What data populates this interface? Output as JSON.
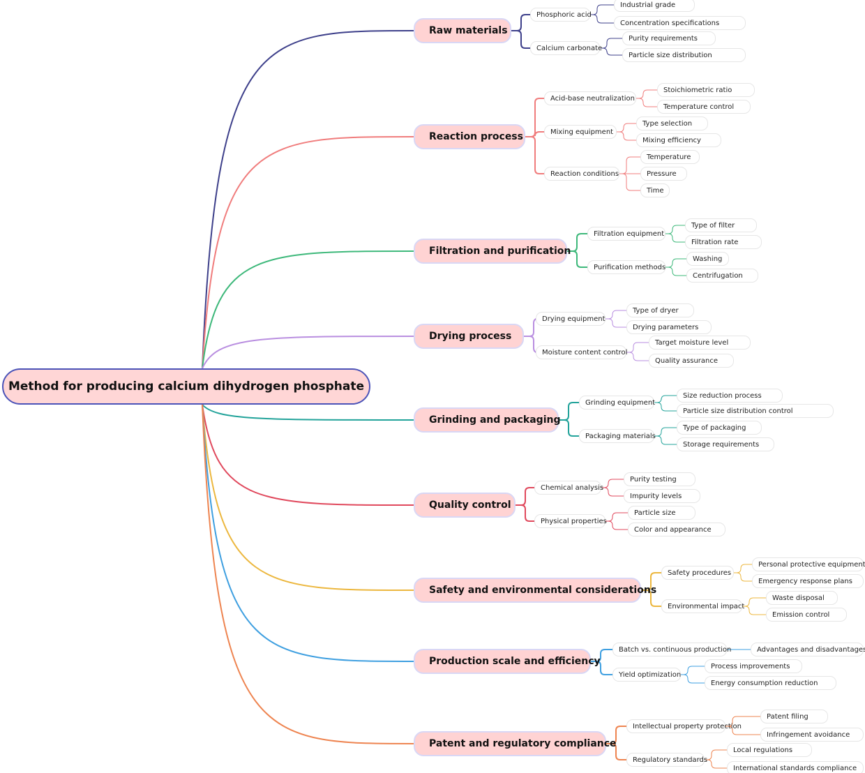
{
  "root": "Method for producing calcium dihydrogen phosphate",
  "colors": {
    "root_border": "#4b53b8",
    "node_fill": "#ffd3d3"
  },
  "branches": [
    {
      "label": "Raw materials",
      "color": "#3d3f8a",
      "children": [
        {
          "label": "Phosphoric acid",
          "children": [
            "Industrial grade",
            "Concentration specifications"
          ]
        },
        {
          "label": "Calcium carbonate",
          "children": [
            "Purity requirements",
            "Particle size distribution"
          ]
        }
      ]
    },
    {
      "label": "Reaction process",
      "color": "#f07c7c",
      "children": [
        {
          "label": "Acid-base neutralization",
          "children": [
            "Stoichiometric ratio",
            "Temperature control"
          ]
        },
        {
          "label": "Mixing equipment",
          "children": [
            "Type selection",
            "Mixing efficiency"
          ]
        },
        {
          "label": "Reaction conditions",
          "children": [
            "Temperature",
            "Pressure",
            "Time"
          ]
        }
      ]
    },
    {
      "label": "Filtration and purification",
      "color": "#3db87a",
      "children": [
        {
          "label": "Filtration equipment",
          "children": [
            "Type of filter",
            "Filtration rate"
          ]
        },
        {
          "label": "Purification methods",
          "children": [
            "Washing",
            "Centrifugation"
          ]
        }
      ]
    },
    {
      "label": "Drying process",
      "color": "#b98ee0",
      "children": [
        {
          "label": "Drying equipment",
          "children": [
            "Type of dryer",
            "Drying parameters"
          ]
        },
        {
          "label": "Moisture content control",
          "children": [
            "Target moisture level",
            "Quality assurance"
          ]
        }
      ]
    },
    {
      "label": "Grinding and packaging",
      "color": "#22a39a",
      "children": [
        {
          "label": "Grinding equipment",
          "children": [
            "Size reduction process",
            "Particle size distribution control"
          ]
        },
        {
          "label": "Packaging materials",
          "children": [
            "Type of packaging",
            "Storage requirements"
          ]
        }
      ]
    },
    {
      "label": "Quality control",
      "color": "#e0485c",
      "children": [
        {
          "label": "Chemical analysis",
          "children": [
            "Purity testing",
            "Impurity levels"
          ]
        },
        {
          "label": "Physical properties",
          "children": [
            "Particle size",
            "Color and appearance"
          ]
        }
      ]
    },
    {
      "label": "Safety and environmental considerations",
      "color": "#ecb73e",
      "children": [
        {
          "label": "Safety procedures",
          "children": [
            "Personal protective equipment",
            "Emergency response plans"
          ]
        },
        {
          "label": "Environmental impact",
          "children": [
            "Waste disposal",
            "Emission control"
          ]
        }
      ]
    },
    {
      "label": "Production scale and efficiency",
      "color": "#3e9fe0",
      "children": [
        {
          "label": "Batch vs. continuous production",
          "children": [
            "Advantages and disadvantages"
          ]
        },
        {
          "label": "Yield optimization",
          "children": [
            "Process improvements",
            "Energy consumption reduction"
          ]
        }
      ]
    },
    {
      "label": "Patent and regulatory compliance",
      "color": "#ee8450",
      "children": [
        {
          "label": "Intellectual property protection",
          "children": [
            "Patent filing",
            "Infringement avoidance"
          ]
        },
        {
          "label": "Regulatory standards",
          "children": [
            "Local regulations",
            "International standards compliance"
          ]
        }
      ]
    }
  ]
}
